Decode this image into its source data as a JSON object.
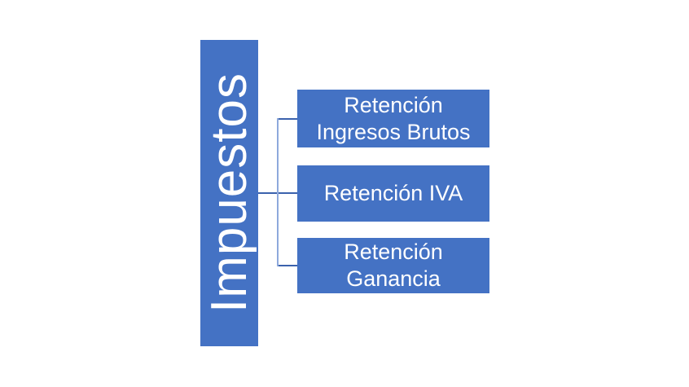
{
  "colors": {
    "shape_fill": "#4472c4",
    "shape_text": "#ffffff",
    "connector_dark": "#3b62ad",
    "connector_light": "#8ea9dc",
    "background": "#ffffff"
  },
  "diagram": {
    "type": "hierarchy",
    "root_label": "Impuestos",
    "children": [
      {
        "lines": [
          "Retención",
          "Ingresos Brutos"
        ]
      },
      {
        "lines": [
          "Retención IVA"
        ]
      },
      {
        "lines": [
          "Retención",
          "Ganancia"
        ]
      }
    ]
  }
}
